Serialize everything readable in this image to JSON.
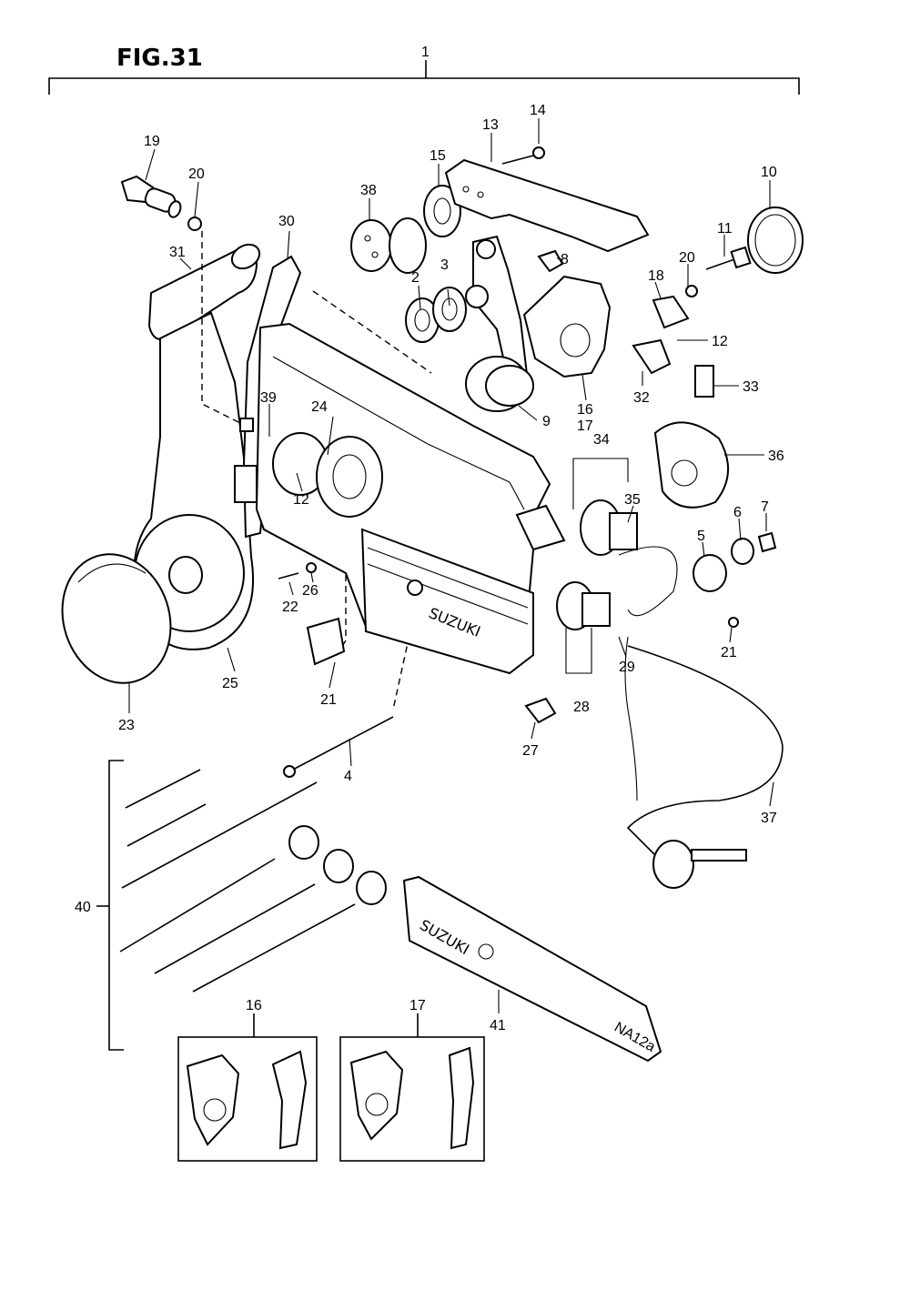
{
  "figure": {
    "title": "FIG.31",
    "brand_housing": "SUZUKI",
    "brand_cover": "SUZUKI",
    "model_code": "NA12a"
  },
  "callouts": {
    "p1": "1",
    "p2": "2",
    "p3": "3",
    "p4": "4",
    "p5": "5",
    "p6": "6",
    "p7": "7",
    "p8": "8",
    "p9": "9",
    "p10": "10",
    "p11": "11",
    "p12a": "12",
    "p12b": "12",
    "p13": "13",
    "p14": "14",
    "p15": "15",
    "p16": "16",
    "p17": "17",
    "p18": "18",
    "p19": "19",
    "p20a": "20",
    "p20b": "20",
    "p21a": "21",
    "p21b": "21",
    "p22": "22",
    "p23": "23",
    "p24": "24",
    "p25": "25",
    "p26": "26",
    "p27": "27",
    "p28": "28",
    "p29": "29",
    "p30": "30",
    "p31": "31",
    "p32": "32",
    "p33": "33",
    "p34": "34",
    "p35": "35",
    "p36": "36",
    "p37": "37",
    "p38": "38",
    "p39": "39",
    "p40": "40",
    "p41": "41",
    "p16b": "16",
    "p17b": "17"
  }
}
